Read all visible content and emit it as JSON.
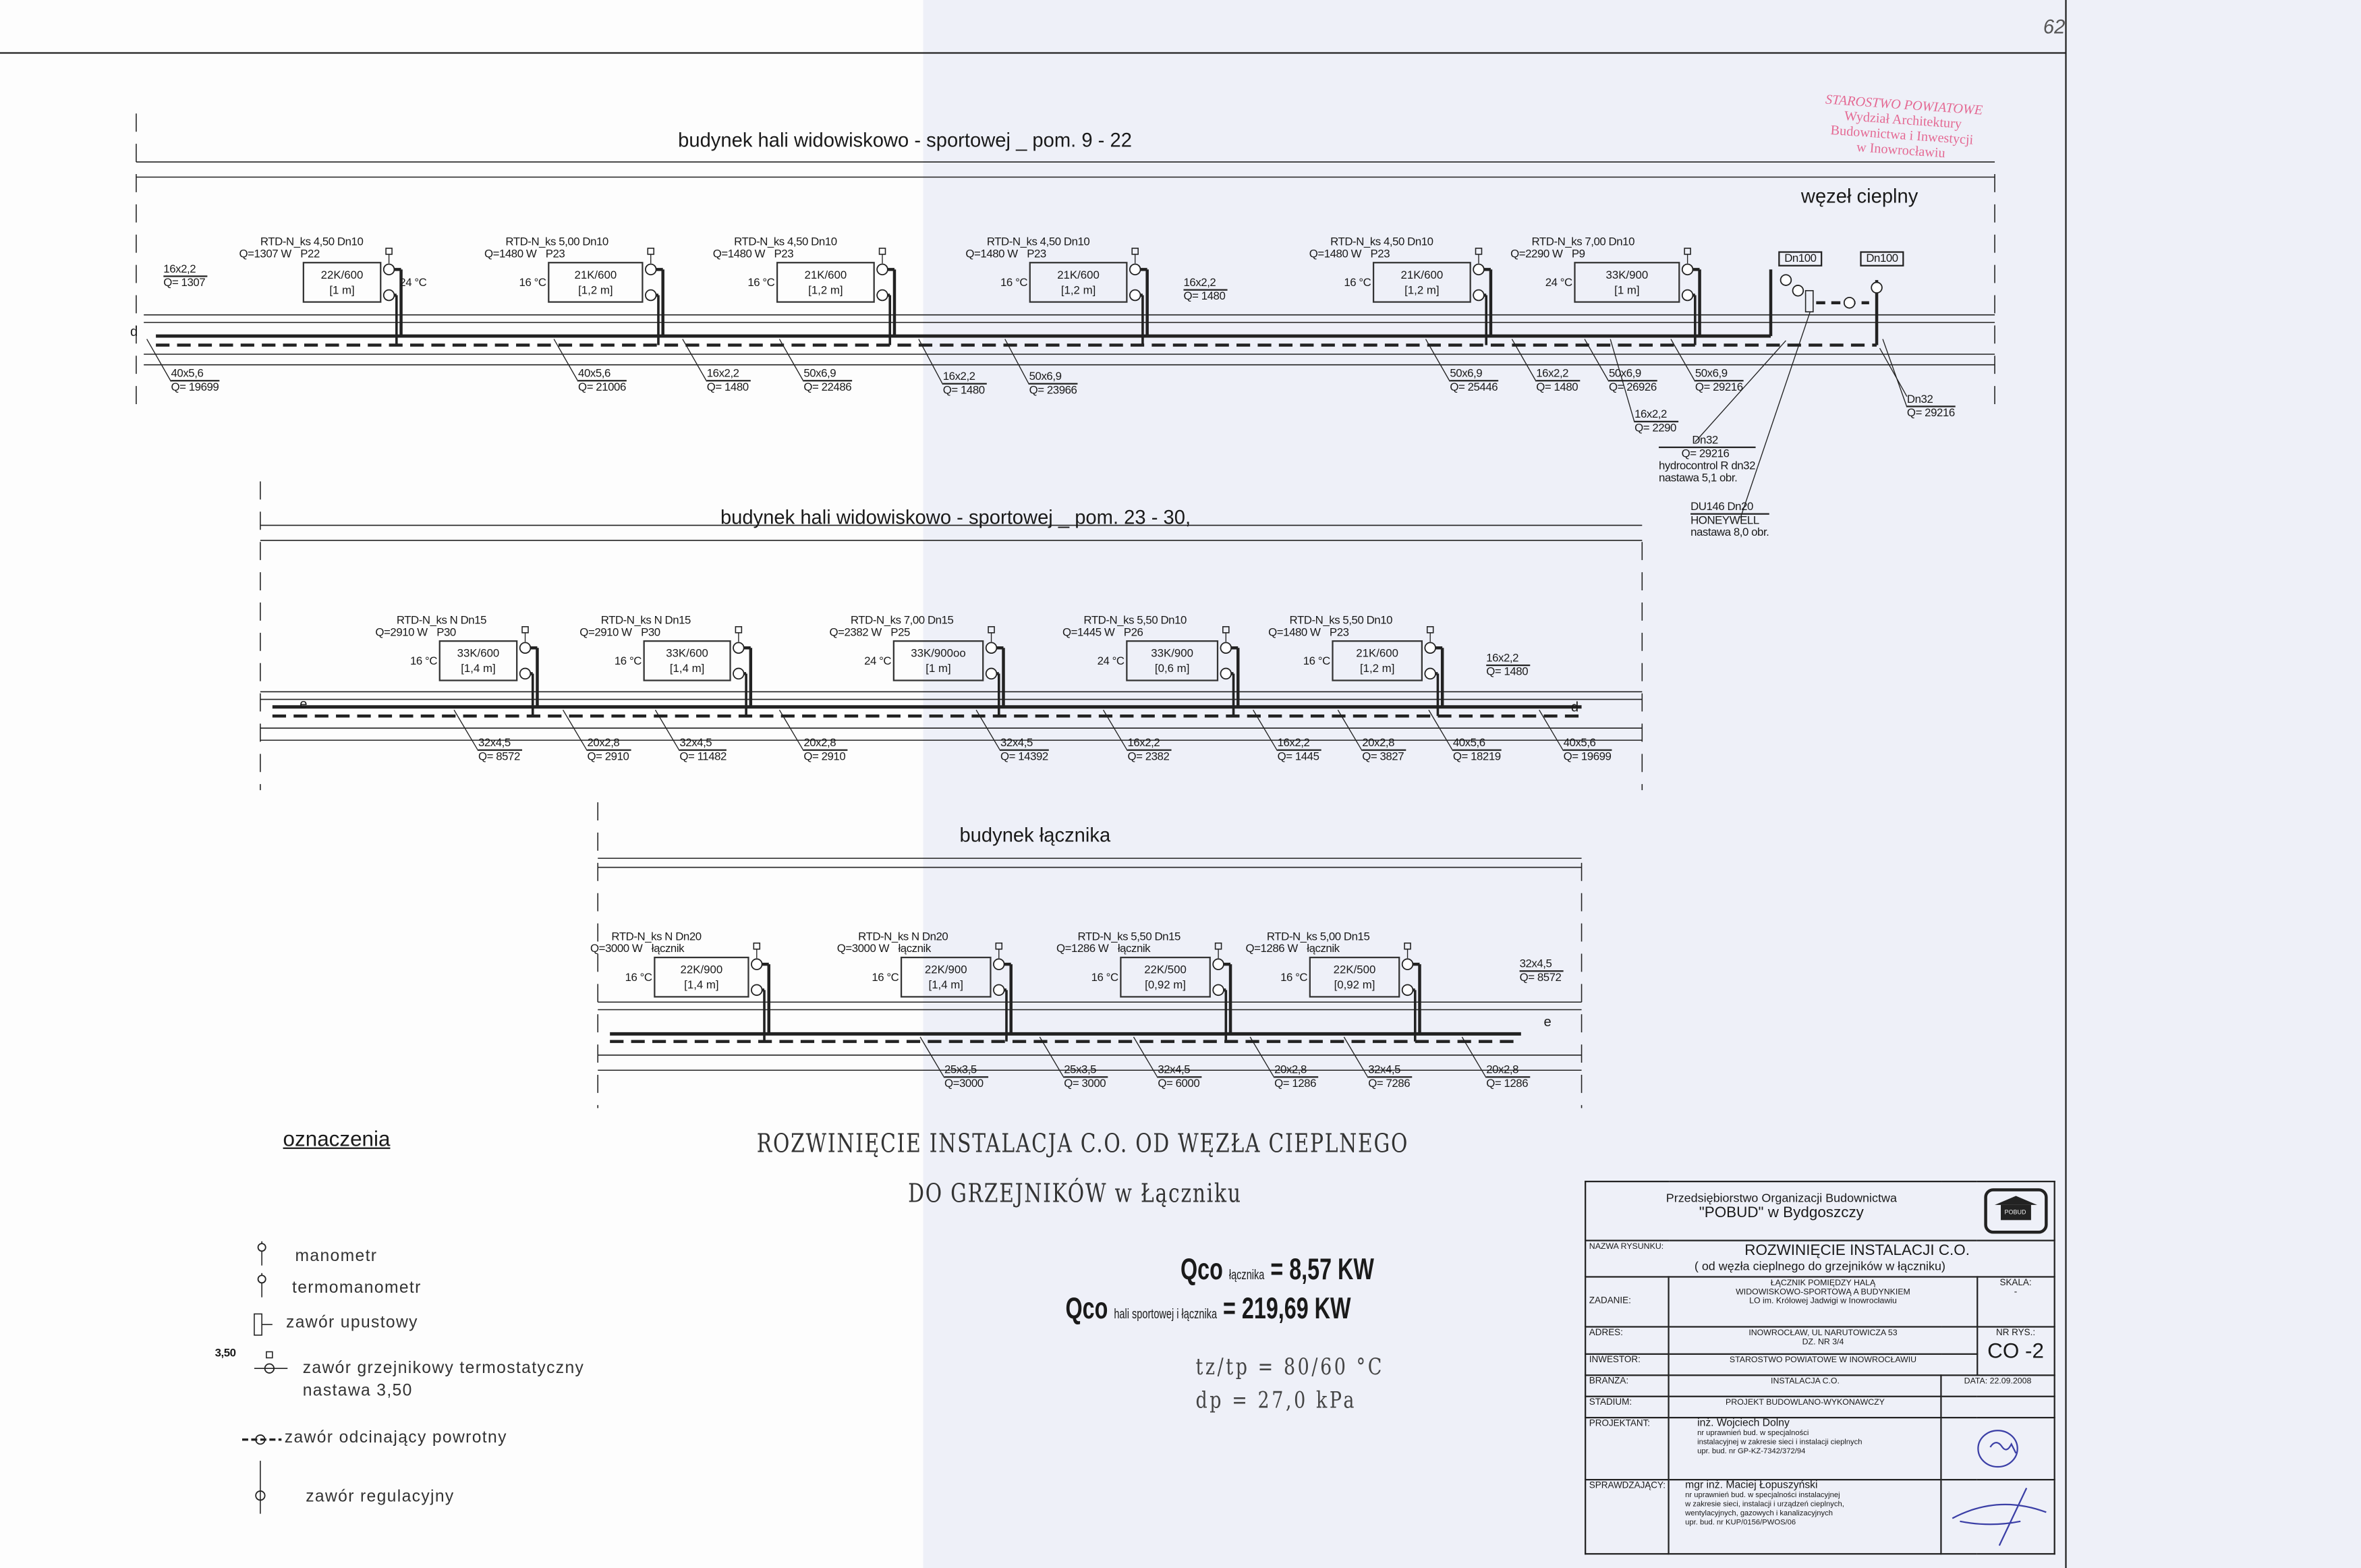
{
  "page_number": "62",
  "stamp": [
    "STAROSTWO POWIATOWE",
    "Wydział Architektury",
    "Budownictwa i Inwestycji",
    "w Inowrocławiu"
  ],
  "heat_node": {
    "title": "węzeł cieplny",
    "dn_left": "Dn100",
    "dn_right": "Dn100",
    "notes": [
      {
        "lines": [
          "Dn32",
          "Q= 29216",
          "hydrocontrol R dn32",
          "nastawa 5,1 obr."
        ]
      },
      {
        "lines": [
          "DU146 Dn20",
          "HONEYWELL",
          "nastawa 8,0 obr."
        ]
      }
    ]
  },
  "sections": [
    {
      "title": "budynek hali widowiskowo - sportowej _ pom. 9 - 22",
      "markers": [
        "d"
      ],
      "radiators": [
        {
          "valve": "RTD-N_ks 4,50 Dn10",
          "q": "Q=1307 W",
          "room": "P22",
          "model": "22K/600",
          "length": "[1 m]",
          "temp": "24 °C"
        },
        {
          "valve": "RTD-N_ks 5,00 Dn10",
          "q": "Q=1480 W",
          "room": "P23",
          "model": "21K/600",
          "length": "[1,2 m]",
          "temp": "16 °C"
        },
        {
          "valve": "RTD-N_ks 4,50 Dn10",
          "q": "Q=1480 W",
          "room": "P23",
          "model": "21K/600",
          "length": "[1,2 m]",
          "temp": "16 °C"
        },
        {
          "valve": "RTD-N_ks 4,50 Dn10",
          "q": "Q=1480 W",
          "room": "P23",
          "model": "21K/600",
          "length": "[1,2 m]",
          "temp": "16 °C"
        },
        {
          "valve": "RTD-N_ks 4,50 Dn10",
          "q": "Q=1480 W",
          "room": "P23",
          "model": "21K/600",
          "length": "[1,2 m]",
          "temp": "16 °C"
        },
        {
          "valve": "RTD-N_ks 7,00 Dn10",
          "q": "Q=2290 W",
          "room": "P9",
          "model": "33K/900",
          "length": "[1 m]",
          "temp": "24 °C"
        }
      ],
      "side_labels": [
        {
          "pipe": "16x2,2",
          "q": "Q= 1307"
        },
        {
          "pipe": "16x2,2",
          "q": "Q= 1480"
        }
      ],
      "pipe_labels": [
        {
          "pipe": "40x5,6",
          "q": "Q= 19699"
        },
        {
          "pipe": "40x5,6",
          "q": "Q= 21006"
        },
        {
          "pipe": "16x2,2",
          "q": "Q= 1480"
        },
        {
          "pipe": "50x6,9",
          "q": "Q= 22486"
        },
        {
          "pipe": "16x2,2",
          "q": "Q= 1480"
        },
        {
          "pipe": "50x6,9",
          "q": "Q= 23966"
        },
        {
          "pipe": "50x6,9",
          "q": "Q= 25446"
        },
        {
          "pipe": "16x2,2",
          "q": "Q= 1480"
        },
        {
          "pipe": "50x6,9",
          "q": "Q= 26926"
        },
        {
          "pipe": "50x6,9",
          "q": "Q= 29216"
        },
        {
          "pipe": "16x2,2",
          "q": "Q= 2290"
        },
        {
          "pipe": "Dn32",
          "q": "Q= 29216"
        }
      ]
    },
    {
      "title": "budynek hali widowiskowo - sportowej _ pom. 23 - 30,",
      "markers": [
        "e",
        "d"
      ],
      "radiators": [
        {
          "valve": "RTD-N_ks N Dn15",
          "q": "Q=2910 W",
          "room": "P30",
          "model": "33K/600",
          "length": "[1,4 m]",
          "temp": "16 °C"
        },
        {
          "valve": "RTD-N_ks N Dn15",
          "q": "Q=2910 W",
          "room": "P30",
          "model": "33K/600",
          "length": "[1,4 m]",
          "temp": "16 °C"
        },
        {
          "valve": "RTD-N_ks 7,00 Dn15",
          "q": "Q=2382 W",
          "room": "P25",
          "model": "33K/900oo",
          "length": "[1 m]",
          "temp": "24 °C"
        },
        {
          "valve": "RTD-N_ks 5,50 Dn10",
          "q": "Q=1445 W",
          "room": "P26",
          "model": "33K/900",
          "length": "[0,6 m]",
          "temp": "24 °C"
        },
        {
          "valve": "RTD-N_ks 5,50 Dn10",
          "q": "Q=1480 W",
          "room": "P23",
          "model": "21K/600",
          "length": "[1,2 m]",
          "temp": "16 °C"
        }
      ],
      "side_labels": [
        {
          "pipe": "16x2,2",
          "q": "Q= 1480"
        }
      ],
      "pipe_labels": [
        {
          "pipe": "32x4,5",
          "q": "Q= 8572"
        },
        {
          "pipe": "20x2,8",
          "q": "Q= 2910"
        },
        {
          "pipe": "32x4,5",
          "q": "Q= 11482"
        },
        {
          "pipe": "20x2,8",
          "q": "Q= 2910"
        },
        {
          "pipe": "32x4,5",
          "q": "Q= 14392"
        },
        {
          "pipe": "16x2,2",
          "q": "Q= 2382"
        },
        {
          "pipe": "16x2,2",
          "q": "Q= 1445"
        },
        {
          "pipe": "20x2,8",
          "q": "Q= 3827"
        },
        {
          "pipe": "40x5,6",
          "q": "Q= 18219"
        },
        {
          "pipe": "40x5,6",
          "q": "Q= 19699"
        }
      ]
    },
    {
      "title": "budynek łącznika",
      "markers": [
        "e"
      ],
      "radiators": [
        {
          "valve": "RTD-N_ks N Dn20",
          "q": "Q=3000 W",
          "room": "łącznik",
          "model": "22K/900",
          "length": "[1,4 m]",
          "temp": "16 °C"
        },
        {
          "valve": "RTD-N_ks N Dn20",
          "q": "Q=3000 W",
          "room": "łącznik",
          "model": "22K/900",
          "length": "[1,4 m]",
          "temp": "16 °C"
        },
        {
          "valve": "RTD-N_ks 5,50 Dn15",
          "q": "Q=1286 W",
          "room": "łącznik",
          "model": "22K/500",
          "length": "[0,92 m]",
          "temp": "16 °C"
        },
        {
          "valve": "RTD-N_ks 5,00 Dn15",
          "q": "Q=1286 W",
          "room": "łącznik",
          "model": "22K/500",
          "length": "[0,92 m]",
          "temp": "16 °C"
        }
      ],
      "side_labels": [
        {
          "pipe": "32x4,5",
          "q": "Q= 8572"
        }
      ],
      "pipe_labels": [
        {
          "pipe": "25x3,5",
          "q": "Q=3000"
        },
        {
          "pipe": "25x3,5",
          "q": "Q= 3000"
        },
        {
          "pipe": "32x4,5",
          "q": "Q= 6000"
        },
        {
          "pipe": "20x2,8",
          "q": "Q= 1286"
        },
        {
          "pipe": "32x4,5",
          "q": "Q= 7286"
        },
        {
          "pipe": "20x2,8",
          "q": "Q= 1286"
        }
      ]
    }
  ],
  "legend": {
    "title": "oznaczenia",
    "setting_value": "3,50",
    "items": [
      "manometr",
      "termomanometr",
      "zawór upustowy",
      "zawór grzejnikowy termostatyczny",
      "nastawa 3,50",
      "zawór odcinający powrotny",
      "zawór regulacyjny"
    ]
  },
  "drawing_title": {
    "line1": "ROZWINIĘCIE  INSTALACJA C.O. OD WĘZŁA CIEPLNEGO",
    "line2": "DO GRZEJNIKÓW w Łączniku"
  },
  "totals": {
    "q1_prefix": "Qco",
    "q1_sub": "łącznika",
    "q1_value": "= 8,57 KW",
    "q2_prefix": "Qco",
    "q2_sub": "hali sportowej i łącznika",
    "q2_value": "= 219,69 KW",
    "temps": "tz/tp = 80/60 °C",
    "dp": "dp = 27,0 kPa"
  },
  "title_block": {
    "company_line1": "Przedsiębiorstwo Organizacji Budownictwa",
    "company_line2": "\"POBUD\" w Bydgoszczy",
    "logo_text": "POBUD",
    "drawing_name_label": "NAZWA RYSUNKU:",
    "drawing_name": "ROZWINIĘCIE INSTALACJI C.O.",
    "drawing_name_sub": "( od węzła cieplnego do grzejników w łączniku)",
    "task_label": "ZADANIE:",
    "task": [
      "ŁĄCZNIK POMIĘDZY HALĄ",
      "WIDOWISKOWO-SPORTOWĄ A BUDYNKIEM",
      "LO im. Królowej Jadwigi w Inowrocławiu"
    ],
    "scale_label": "SKALA:",
    "scale": "-",
    "address_label": "ADRES:",
    "address": [
      "INOWROCŁAW, UL NARUTOWICZA 53",
      "DZ. NR 3/4"
    ],
    "drawing_no_label": "NR RYS.:",
    "drawing_no": "CO -2",
    "investor_label": "INWESTOR:",
    "investor": "STAROSTWO POWIATOWE W INOWROCŁAWIU",
    "branch_label": "BRANŻA:",
    "branch": "INSTALACJA C.O.",
    "date_label": "DATA:",
    "date": "22.09.2008",
    "stage_label": "STADIUM:",
    "stage": "PROJEKT BUDOWLANO-WYKONAWCZY",
    "designer_label": "PROJEKTANT:",
    "designer": [
      "inż. Wojciech Dolny",
      "nr uprawnień bud. w specjalności",
      "instalacyjnej w zakresie sieci i instalacji cieplnych",
      "upr. bud. nr GP-KZ-7342/372/94"
    ],
    "checker_label": "SPRAWDZAJĄCY:",
    "checker": [
      "mgr inż. Maciej Łopuszyński",
      "nr uprawnień bud. w specjalności instalacyjnej",
      "w zakresie sieci, instalacji i urządzeń cieplnych,",
      "wentylacyjnych, gazowych i kanalizacyjnych",
      "upr. bud. nr KUP/0156/PWOS/06"
    ]
  }
}
